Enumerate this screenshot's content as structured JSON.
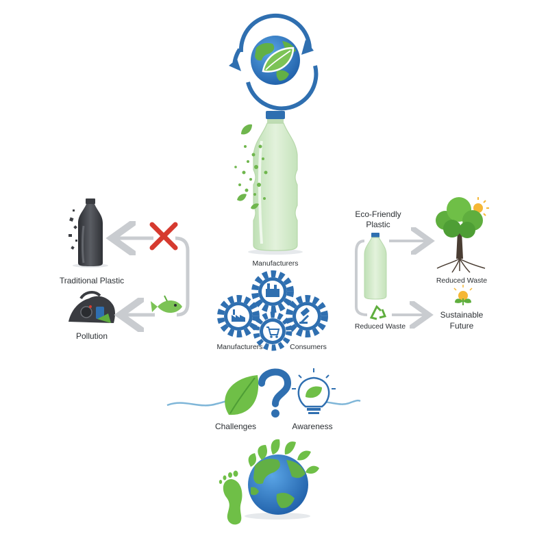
{
  "labels": {
    "center_bottle": "Manufacturers",
    "manufacturers": "Manufacturers",
    "consumers": "Consumers",
    "traditional_plastic": "Traditional Plastic",
    "pollution": "Pollution",
    "eco_friendly_plastic": "Eco-Friendly Plastic",
    "reduced_waste_tree": "Reduced Waste",
    "reduced_waste_recycle": "Reduced Waste",
    "sustainable_future": "Sustainable Future",
    "challenges": "Challenges",
    "awareness": "Awareness"
  },
  "icons": {
    "top": "globe-recycle-arrows-icon",
    "center": "bio-plastic-bottle-icon",
    "left_bottle": "dark-plastic-bottle-icon",
    "pollution": "trash-pile-icon",
    "blocked": "red-x-icon",
    "fish": "fish-icon",
    "gears": "gear-cluster-icon",
    "eco_bottle": "small-green-bottle-icon",
    "recycle": "recycle-icon",
    "tree": "tree-with-sun-icon",
    "sprout": "sun-sprout-icon",
    "leaf": "leaf-icon",
    "question": "question-mark-icon",
    "bulb": "lightbulb-icon",
    "bottom": "earth-footprint-icon"
  },
  "colors": {
    "blue": "#2f6fb0",
    "green": "#5fae3e",
    "leaf_dark": "#3f8f2f",
    "bottle_green": "#cfe6c6",
    "dark_plastic": "#3d3f44",
    "red": "#d63a2f",
    "arrow_gray": "#c9ccd0",
    "ocean": "#2d78c4",
    "wave": "#7fb6d8"
  }
}
